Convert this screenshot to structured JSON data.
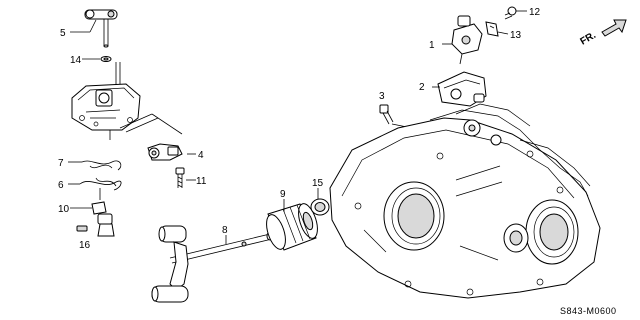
{
  "diagram_code": "S843-M0600",
  "direction_label": "FR.",
  "callouts": [
    {
      "id": "1",
      "text": "1"
    },
    {
      "id": "2",
      "text": "2"
    },
    {
      "id": "3",
      "text": "3"
    },
    {
      "id": "4",
      "text": "4"
    },
    {
      "id": "5",
      "text": "5"
    },
    {
      "id": "6",
      "text": "6"
    },
    {
      "id": "7",
      "text": "7"
    },
    {
      "id": "8",
      "text": "8"
    },
    {
      "id": "9",
      "text": "9"
    },
    {
      "id": "10",
      "text": "10"
    },
    {
      "id": "11",
      "text": "11"
    },
    {
      "id": "12",
      "text": "12"
    },
    {
      "id": "13",
      "text": "13"
    },
    {
      "id": "14",
      "text": "14"
    },
    {
      "id": "15",
      "text": "15"
    },
    {
      "id": "16",
      "text": "16"
    }
  ]
}
